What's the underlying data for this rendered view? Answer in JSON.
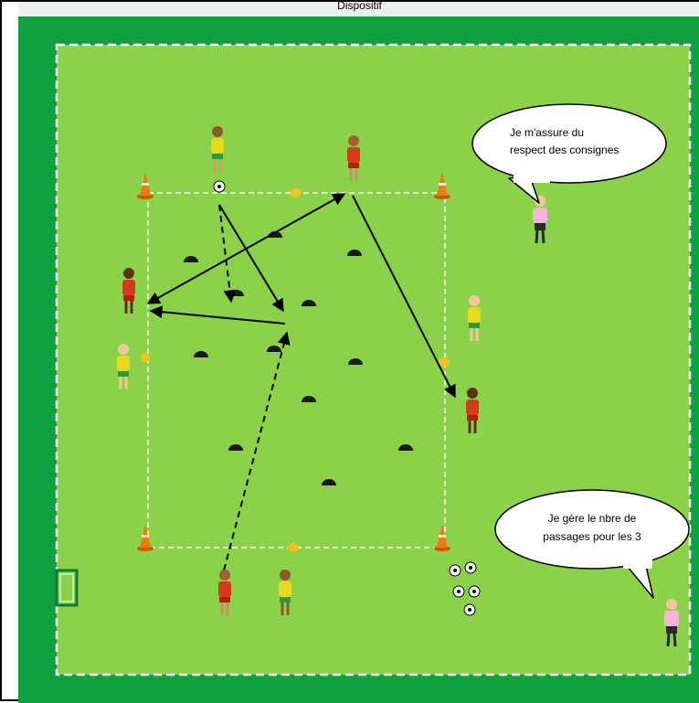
{
  "title": "Dispositif",
  "speech_bubbles": [
    {
      "id": "bubble-coach-top",
      "lines": [
        "Je m'assure du",
        "respect des consignes"
      ]
    },
    {
      "id": "bubble-coach-bottom",
      "lines": [
        "Je gère le nbre de",
        "passages pour les 3"
      ]
    }
  ],
  "colors": {
    "outer_field": "#0fa040",
    "inner_field": "#8cd14a",
    "field_line": "#ffffff",
    "team_yellow": "#e8d820",
    "team_red": "#d43a1c",
    "coach_pink": "#f4b6d8",
    "cone": "#f07a10",
    "flat_marker": "#f2c21a",
    "obstacle_dome": "#1a1a1a",
    "goal": "#0a7a3a",
    "arrow": "#000000"
  },
  "icons": [
    "cone-icon",
    "ball-icon",
    "player-icon",
    "coach-icon",
    "dome-marker-icon",
    "flat-marker-icon",
    "goal-icon"
  ]
}
